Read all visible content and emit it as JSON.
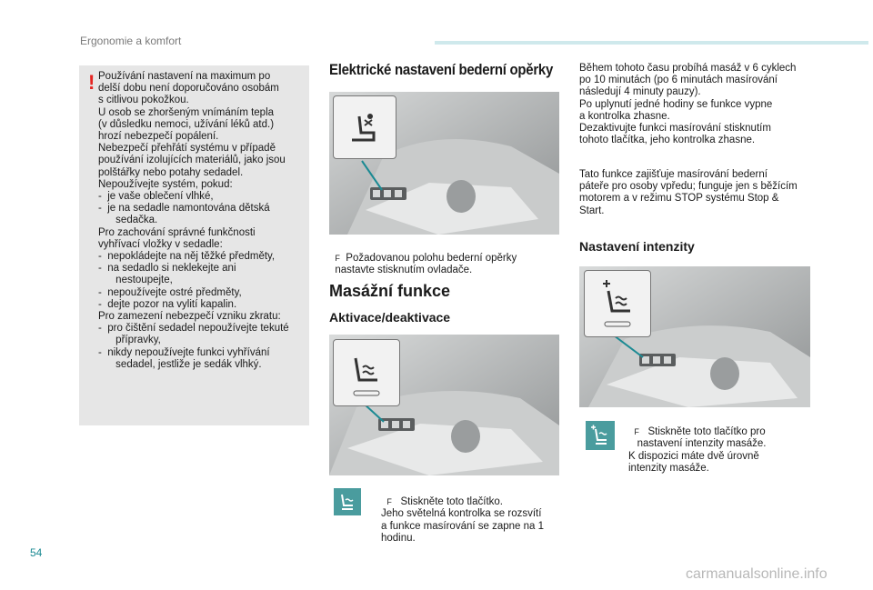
{
  "header": {
    "section": "Ergonomie a komfort"
  },
  "colors": {
    "accent": "#1b8a93",
    "warning": "#e52421",
    "box": "#e6e6e6",
    "tile": "#4a9c9e"
  },
  "warning": {
    "icon": "exclamation-icon",
    "text": "Používání nastavení na maximum po\ndelší dobu není doporučováno osobám\ns citlivou pokožkou.\nU osob se zhoršeným vnímáním tepla\n(v důsledku nemoci, užívání léků atd.)\nhrozí nebezpečí popálení.\nNebezpečí přehřátí systému v případě\npoužívání izolujících materiálů, jako jsou\npolštářky nebo potahy sedadel.\nNepoužívejte systém, pokud:\n-  je vaše oblečení vlhké,\n-  je na sedadle namontována dětská\n      sedačka.\nPro zachování správné funkčnosti\nvyhřívací vložky v sedadle:\n-  nepokládejte na něj těžké předměty,\n-  na sedadlo si neklekejte ani\n      nestoupejte,\n-  nepoužívejte ostré předměty,\n-  dejte pozor na vylití kapalin.\nPro zamezení nebezpečí vzniku zkratu:\n-  pro čištění sedadel nepoužívejte tekuté\n      přípravky,\n-  nikdy nepoužívejte funkci vyhřívání\n      sedadel, jestliže je sedák vlhký."
  },
  "lumbar": {
    "heading": "Elektrické nastavení bederní opěrky",
    "instruction": "  Požadovanou polohu bederní opěrky\n  nastavte stisknutím ovladače.",
    "bullet": "F"
  },
  "massage": {
    "heading": "Masážní funkce",
    "activation_heading": "Aktivace/deaktivace",
    "bullet": "F",
    "instruction": "   Stiskněte toto tlačítko.\nJeho světelná kontrolka se rozsvítí\na funkce masírování se zapne na 1\nhodinu.",
    "details": "Během tohoto času probíhá masáž v 6 cyklech\npo 10 minutách (po 6 minutách masírování\nnásledují 4 minuty pauzy).\nPo uplynutí jedné hodiny se funkce vypne\na kontrolka zhasne.\nDezaktivujte funkci masírování stisknutím\ntohoto tlačítka, jeho kontrolka zhasne.",
    "stop_start": "Tato funkce zajišťuje masírování bederní\npáteře pro osoby vpředu; funguje jen s běžícím\nmotorem a v režimu STOP systému Stop &\nStart."
  },
  "intensity": {
    "heading": "Nastavení intenzity",
    "bullet": "F",
    "instruction": "   Stiskněte toto tlačítko pro\n   nastavení intenzity masáže.\nK dispozici máte dvě úrovně\nintenzity masáže."
  },
  "page_number": "54",
  "watermark": "carmanualsonline.info"
}
